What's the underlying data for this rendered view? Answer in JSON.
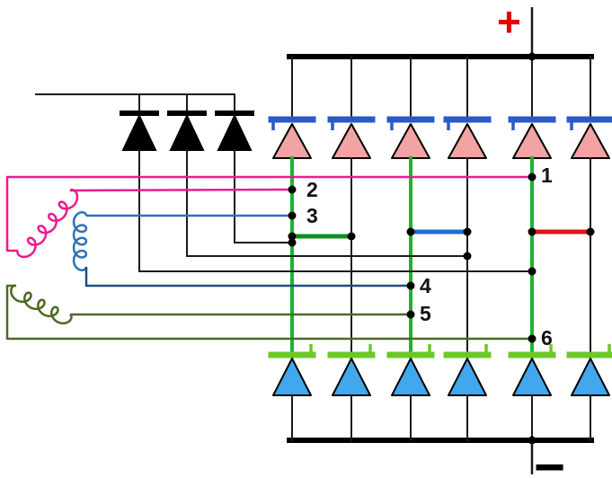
{
  "terminals": {
    "positive": "+",
    "negative": "−"
  },
  "node_labels": [
    "1",
    "2",
    "3",
    "4",
    "5",
    "6"
  ],
  "colors": {
    "wire_black": "#1a1a1a",
    "bus_black": "#000000",
    "phase_green": "#1eb332",
    "pos_bar": "#2b59c8",
    "pos_fill": "#f2a3a3",
    "neg_bar": "#6cc829",
    "neg_fill": "#41a8ee",
    "bridge_green": "#0f8f1f",
    "bridge_blue": "#1e6fd2",
    "bridge_red": "#e01414",
    "winding_pink": "#eb1b8d",
    "winding_blue": "#2d72b8",
    "winding_blue_dark": "#1d4f7e",
    "winding_green": "#4c6b24",
    "plus_red": "#e50000",
    "label_black": "#111111"
  }
}
